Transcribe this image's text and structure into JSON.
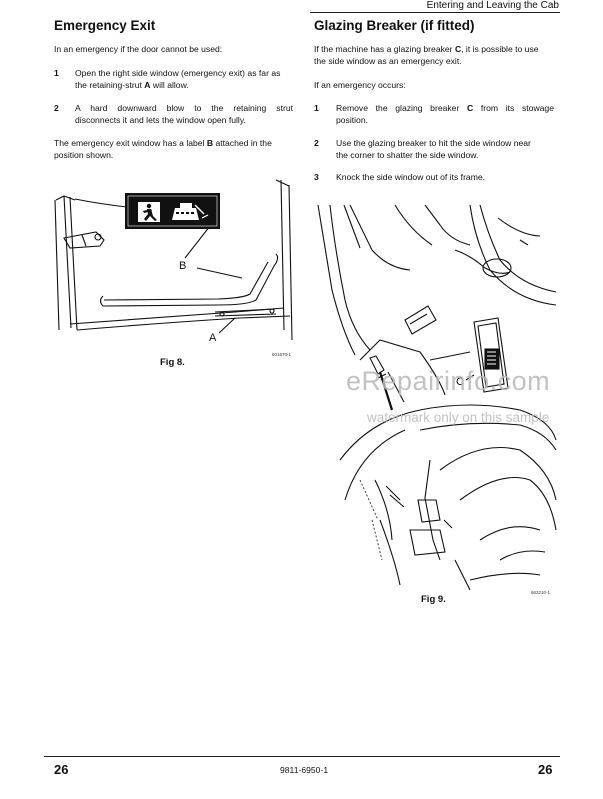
{
  "header": {
    "running_head": "Entering and Leaving the Cab"
  },
  "left": {
    "title": "Emergency Exit",
    "intro": "In an emergency if the door cannot be used:",
    "steps": [
      {
        "num": "1",
        "text_a": "Open the right side window (emergency exit) as far as",
        "text_b": "the retaining-strut ",
        "bold": "A",
        "text_c": " will allow."
      },
      {
        "num": "2",
        "text_a": "A hard downward blow to the retaining strut",
        "text_b": "disconnects it and lets the window open fully."
      }
    ],
    "note_a": "The emergency exit window has a label ",
    "note_bold": "B",
    "note_b": " attached in the",
    "note_c": "position shown.",
    "figure": {
      "label_b": "B",
      "label_a": "A",
      "caption": "Fig 8.",
      "code": "601670-1"
    }
  },
  "right": {
    "title": "Glazing Breaker (if fitted)",
    "intro_a": "If the machine has a glazing breaker ",
    "intro_bold": "C",
    "intro_b": ", it is possible to use",
    "intro_c": "the side window as an emergency exit.",
    "occurs": "If an emergency occurs:",
    "steps": [
      {
        "num": "1",
        "text_a": "Remove the glazing breaker ",
        "bold": "C",
        "text_b": " from its stowage",
        "text_c": "position."
      },
      {
        "num": "2",
        "text_a": "Use the glazing breaker to hit the side window near",
        "text_c": "the corner to shatter the side window."
      },
      {
        "num": "3",
        "text_a": "Knock the side window out of its frame."
      }
    ],
    "figure": {
      "label_c": "C",
      "caption": "Fig 9.",
      "code": "663210-1"
    }
  },
  "watermark": {
    "line1": "eRepairinfo.com",
    "line2": "watermark only on this sample"
  },
  "footer": {
    "page_left": "26",
    "doc_number": "9811-6950-1",
    "page_right": "26"
  }
}
